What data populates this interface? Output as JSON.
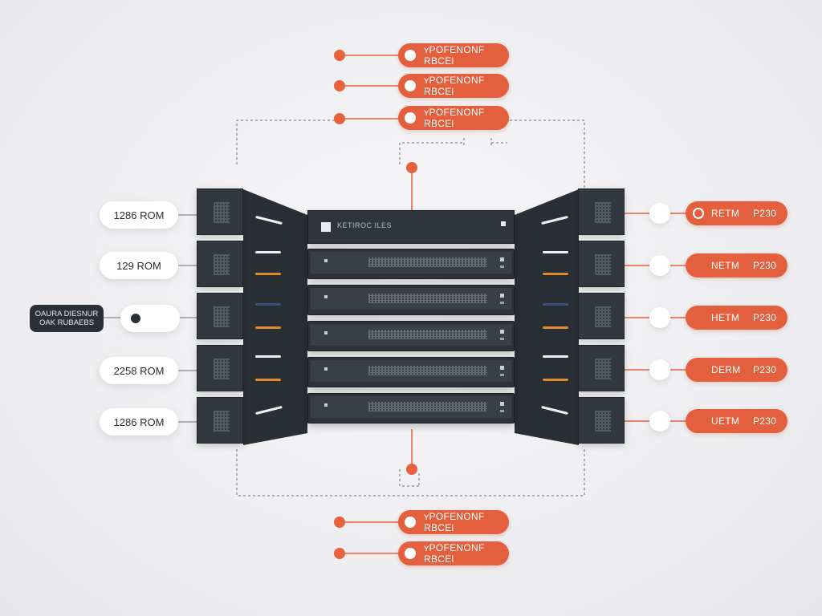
{
  "colors": {
    "accent": "#e35f3d",
    "dark_hardware": "#2e323a",
    "background": "#eeeef1",
    "link_white": "#f1f2f4",
    "link_orange": "#e38a2c",
    "link_blue": "#3a4f7a"
  },
  "top_labels": [
    {
      "label": "ʏPOFENONF RBCEl"
    },
    {
      "label": "ʏPOFENONF RBCEl"
    },
    {
      "label": "ʏPOFENONF RBCEl"
    }
  ],
  "bottom_labels": [
    {
      "label": "ʏPOFENONF RBCEl"
    },
    {
      "label": "ʏPOFENONF RBCEl"
    }
  ],
  "left_labels": [
    {
      "label": "1286 ROM"
    },
    {
      "label": "129 ROM"
    },
    {
      "label": ""
    },
    {
      "label": "2258 ROM"
    },
    {
      "label": "1286 ROM"
    }
  ],
  "dark_tag": {
    "line1": "OAURA DIESNUR",
    "line2": "OAK RUBAEBS"
  },
  "right_labels": [
    {
      "name": "RETM",
      "value": "P230"
    },
    {
      "name": "NETM",
      "value": "P230"
    },
    {
      "name": "HETM",
      "value": "P230"
    },
    {
      "name": "DERM",
      "value": "P230"
    },
    {
      "name": "UETM",
      "value": "P230"
    }
  ],
  "rack": {
    "title": "KETIROC ILES"
  },
  "icons": {
    "connector": "dot-icon",
    "rack_logo": "square-logo-icon",
    "vent": "vent-grid-icon"
  }
}
